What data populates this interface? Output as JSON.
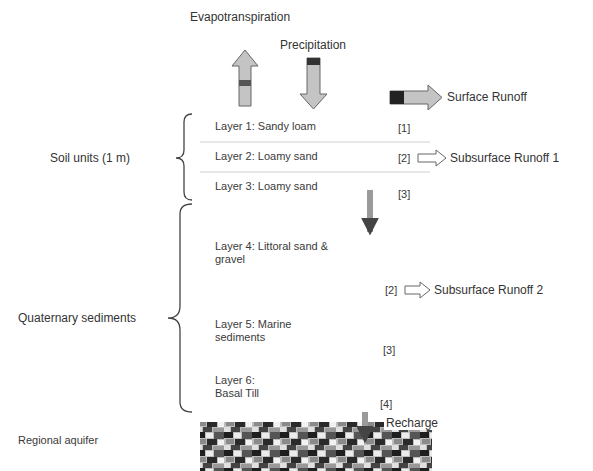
{
  "diagram": {
    "nodes": [
      {
        "text": [
          "Layer 1: Sandy loam",
          "[1]"
        ]
      },
      {
        "text": [
          "Layer 2: Loamy sand",
          "[2]"
        ]
      },
      {
        "text": [
          "Layer 3: Loamy sand",
          "[3]"
        ]
      },
      {
        "text": [
          "Layer 4: Littoral sand & gravel",
          "[2]"
        ]
      },
      {
        "text": [
          "Layer 5: Marine sediments",
          "[3]"
        ]
      },
      {
        "text": [
          "Layer 6: Basal Till",
          "[4]"
        ]
      },
      {
        "text": [
          "Regional aquifer"
        ]
      }
    ],
    "edges": [
      {
        "from": 2,
        "to": 3,
        "arrow": "to"
      },
      {
        "from": 5,
        "to": 6,
        "arrow": "to",
        "label": "Recharge"
      }
    ],
    "labels": [
      "Evapotranspiration",
      "Precipitation",
      "Surface Runoff",
      "Subsurface Runoff 1",
      "Soil units (1 m)",
      "Subsurface Runoff 2",
      "Quaternary sediments"
    ]
  }
}
